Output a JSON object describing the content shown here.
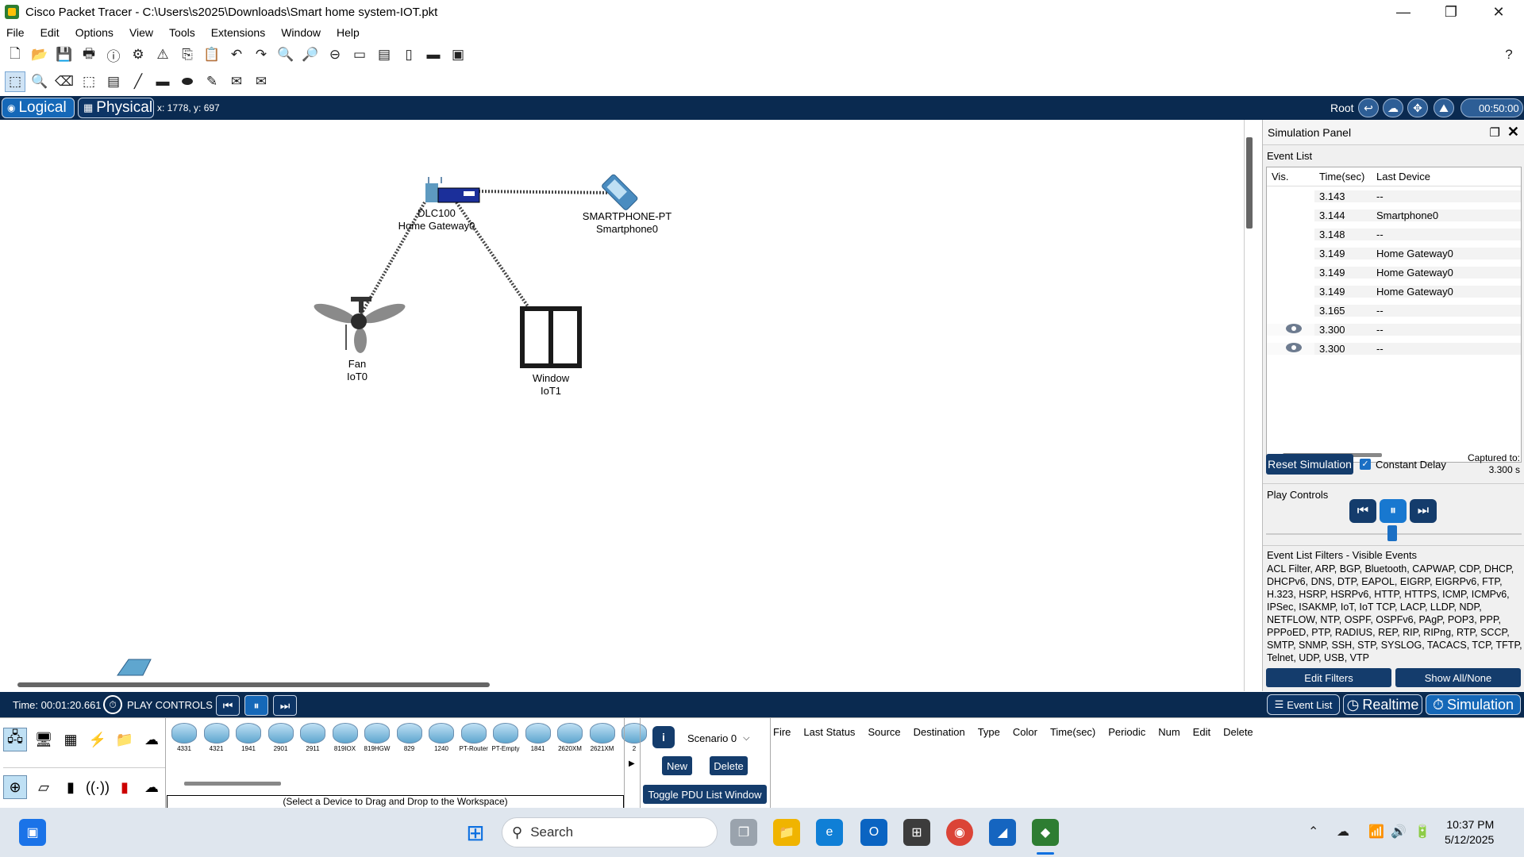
{
  "window": {
    "title": "Cisco Packet Tracer - C:\\Users\\s2025\\Downloads\\Smart home system-IOT.pkt",
    "minimize": "—",
    "maximize": "❐",
    "close": "✕"
  },
  "menu": [
    "File",
    "Edit",
    "Options",
    "View",
    "Tools",
    "Extensions",
    "Window",
    "Help"
  ],
  "modebar": {
    "logical": "Logical",
    "physical": "Physical",
    "coords": "x: 1778, y: 697",
    "root": "Root",
    "time": "00:50:00"
  },
  "workspace": {
    "devices": [
      {
        "type": "DLC100",
        "name": "Home Gateway0"
      },
      {
        "type": "SMARTPHONE-PT",
        "name": "Smartphone0"
      },
      {
        "type": "Fan",
        "name": "IoT0"
      },
      {
        "type": "Window",
        "name": "IoT1"
      }
    ]
  },
  "sim_panel": {
    "title": "Simulation Panel",
    "event_list_label": "Event List",
    "columns": [
      "Vis.",
      "Time(sec)",
      "Last Device"
    ],
    "events": [
      {
        "vis": false,
        "time": "3.143",
        "device": "--"
      },
      {
        "vis": false,
        "time": "3.144",
        "device": "Smartphone0"
      },
      {
        "vis": false,
        "time": "3.148",
        "device": "--"
      },
      {
        "vis": false,
        "time": "3.149",
        "device": "Home Gateway0"
      },
      {
        "vis": false,
        "time": "3.149",
        "device": "Home Gateway0"
      },
      {
        "vis": false,
        "time": "3.149",
        "device": "Home Gateway0"
      },
      {
        "vis": false,
        "time": "3.165",
        "device": "--"
      },
      {
        "vis": true,
        "time": "3.300",
        "device": "--"
      },
      {
        "vis": true,
        "time": "3.300",
        "device": "--"
      }
    ],
    "reset_button": "Reset Simulation",
    "constant_delay": "Constant Delay",
    "captured_label": "Captured to:",
    "captured_value": "3.300 s",
    "play_controls": "Play Controls",
    "filters_label": "Event List Filters - Visible Events",
    "filters_text": "ACL Filter, ARP, BGP, Bluetooth, CAPWAP, CDP, DHCP, DHCPv6, DNS, DTP, EAPOL, EIGRP, EIGRPv6, FTP, H.323, HSRP, HSRPv6, HTTP, HTTPS, ICMP, ICMPv6, IPSec, ISAKMP, IoT, IoT TCP, LACP, LLDP, NDP, NETFLOW, NTP, OSPF, OSPFv6, PAgP, POP3, PPP, PPPoED, PTP, RADIUS, REP, RIP, RIPng, RTP, SCCP, SMTP, SNMP, SSH, STP, SYSLOG, TACACS, TCP, TFTP, Telnet, UDP, USB, VTP",
    "edit_filters": "Edit Filters",
    "show_all": "Show All/None"
  },
  "bottombar": {
    "time": "Time: 00:01:20.661",
    "play_controls": "PLAY CONTROLS",
    "event_list": "Event List",
    "realtime": "Realtime",
    "simulation": "Simulation"
  },
  "devices_bar": {
    "models": [
      "4331",
      "4321",
      "1941",
      "2901",
      "2911",
      "819IOX",
      "819HGW",
      "829",
      "1240",
      "PT-Router",
      "PT-Empty",
      "1841",
      "2620XM",
      "2621XM",
      "2"
    ],
    "select_msg": "(Select a Device to Drag and Drop to the Workspace)"
  },
  "pdu": {
    "scenario": "Scenario 0",
    "new": "New",
    "delete": "Delete",
    "toggle": "Toggle PDU List Window",
    "columns": [
      "Fire",
      "Last Status",
      "Source",
      "Destination",
      "Type",
      "Color",
      "Time(sec)",
      "Periodic",
      "Num",
      "Edit",
      "Delete"
    ]
  },
  "taskbar": {
    "search": "Search",
    "time": "10:37 PM",
    "date": "5/12/2025"
  }
}
